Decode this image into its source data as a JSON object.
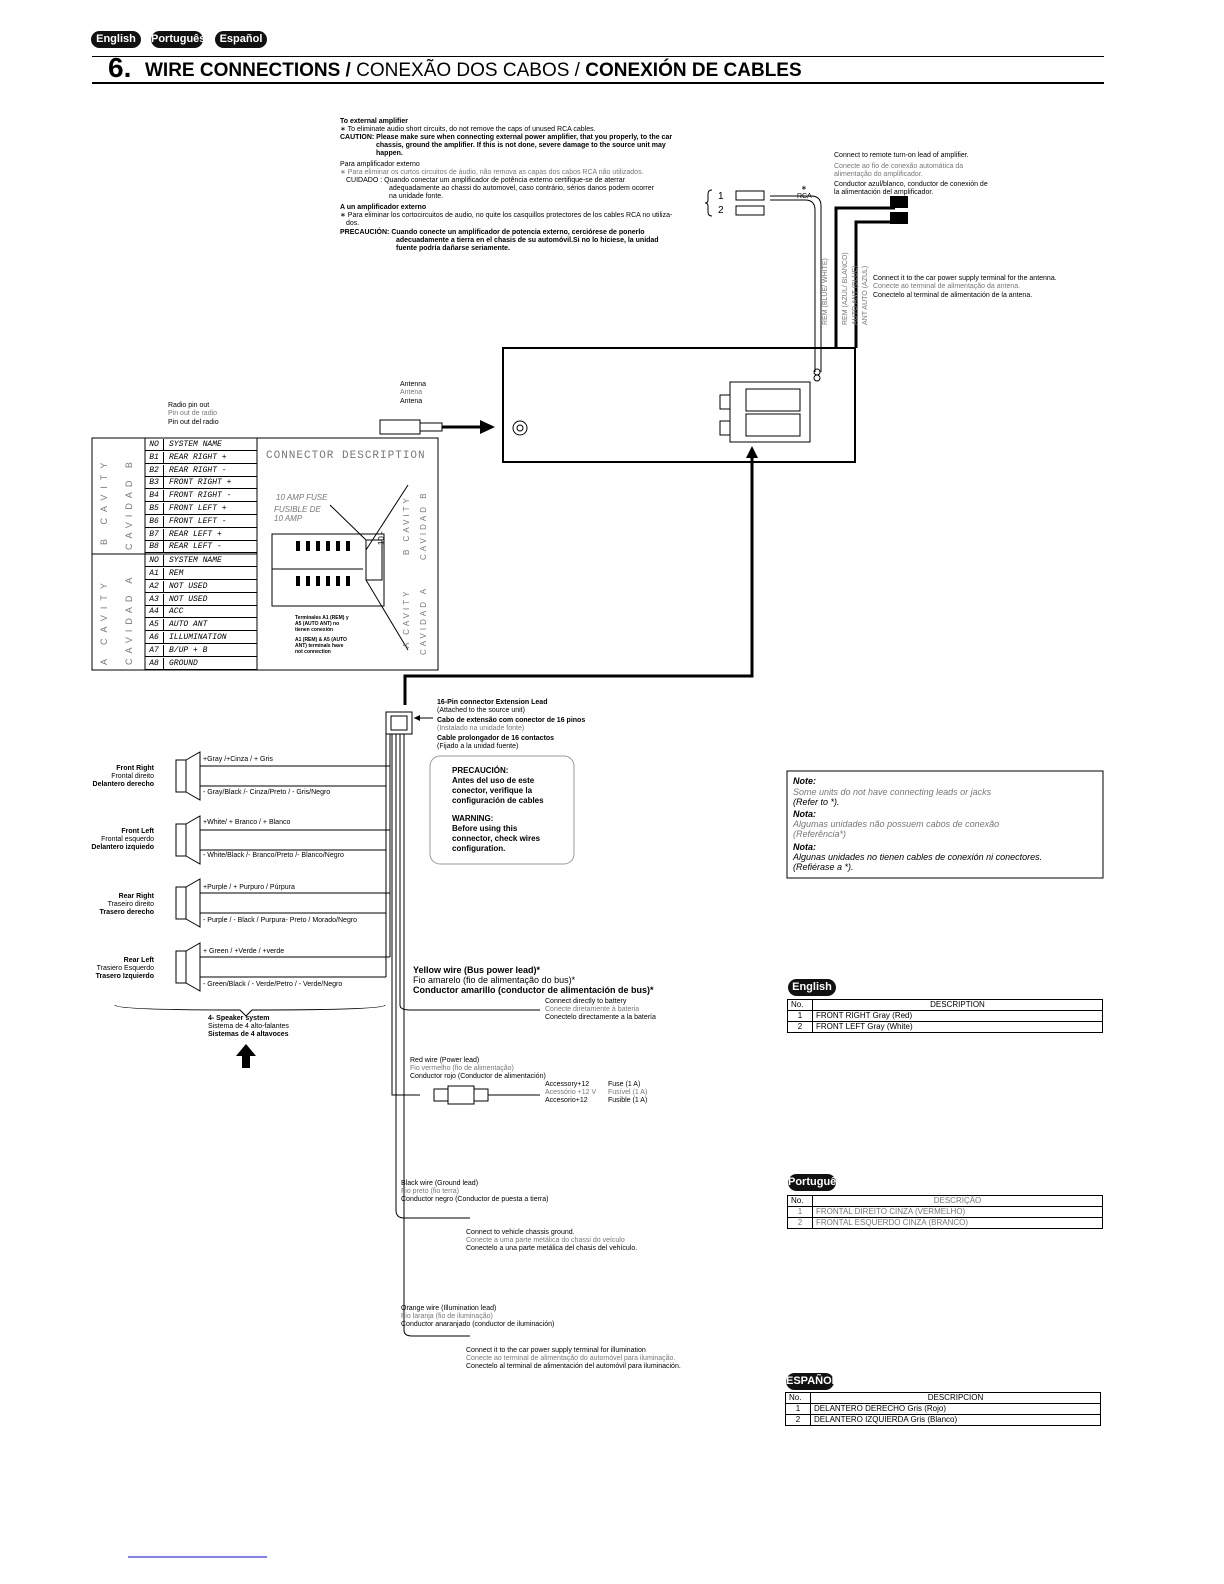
{
  "header": {
    "lang_tabs": [
      "English",
      "Português",
      "Español"
    ],
    "section_number": "6.",
    "title_en": "WIRE CONNECTIONS /",
    "title_pt": "CONEXÃO DOS CABOS /",
    "title_es": "CONEXIÓN  DE CABLES"
  },
  "amplifier": {
    "en_title": "To external amplifier",
    "en_note": "∗ To eliminate audio short circuits, do not remove the caps of unused RCA cables.",
    "en_caution": "CAUTION: Please make sure when connecting external power amplifier, that you properly, to the car",
    "en_caution2": "chassis, ground the amplifier. If this is not done, severe damage to the source unit may",
    "en_caution3": "happen.",
    "pt_title": "Para amplificador externo",
    "pt_note": "∗ Para eliminar os curtos circuitos de áudio, não remova as capas dos cabos RCA não utilizados.",
    "pt_caution": "CUIDADO :  Quando conectar um amplificador de potência externo certifique-se de aterrar",
    "pt_caution2": "adequadamente ao chassi do automovel, caso contrário, sérios danos podem ocorrer",
    "pt_caution3": "na unidade fonte.",
    "es_title": "A un amplificador externo",
    "es_note": "∗ Para eliminar los cortocircuitos de audio, no quite los casquillos protectores de los cables RCA no utiliza-",
    "es_note2": "dos.",
    "es_caution": "PRECAUCIÓN: Cuando conecte un amplificador de potencia externo, cerciórese de ponerlo",
    "es_caution2": "adecuadamente a tierra en el chasis de su automóvil.Si no lo hiciese, la unidad",
    "es_caution3": "fuente podría dañarse seriamente.",
    "rca_1": "1",
    "rca_2": "2",
    "rca_star": "∗",
    "rca_label": "RCA"
  },
  "remote": {
    "en": "Connect to remote turn-on lead of amplifier.",
    "pt": "Conecte ao fio de conexão automática da",
    "pt2": "alimentação do amplificador.",
    "es": "Conductor azul/blanco, conductor  de conexión de",
    "es2": "la alimentación del amplificador.",
    "wire1": "REM (BLUE/ WHITE)",
    "wire2": "REM (AZUL/ BLANCO)",
    "wire3": "AUTO ANT (BLUE)",
    "wire4": "ANT AUTO (AZUL)"
  },
  "antenna_power": {
    "en": "Connect it to the car power supply terminal for the antenna.",
    "pt": "Conecte ao terminal de alimentação da antena.",
    "es": "Conectelo al terminal de alimentación de la antena."
  },
  "antenna": {
    "en": "Antenna",
    "pt": "Antena",
    "es": "Antena"
  },
  "pinout": {
    "en": "Radio pin out",
    "pt": "Pin out de radio",
    "es": "Pin out del radio",
    "cavity_b_label": "B CAVITY",
    "cavidad_b_label": "CAVIDAD B",
    "cavity_a_label": "A CAVITY",
    "cavidad_a_label": "CAVIDAD A",
    "rows": [
      {
        "no": "NO",
        "name": "SYSTEM  NAME"
      },
      {
        "no": "B1",
        "name": "REAR  RIGHT  +"
      },
      {
        "no": "B2",
        "name": "REAR  RIGHT  -"
      },
      {
        "no": "B3",
        "name": "FRONT  RIGHT  +"
      },
      {
        "no": "B4",
        "name": "FRONT  RIGHT  -"
      },
      {
        "no": "B5",
        "name": "FRONT  LEFT  +"
      },
      {
        "no": "B6",
        "name": "FRONT  LEFT  -"
      },
      {
        "no": "B7",
        "name": "REAR  LEFT  +"
      },
      {
        "no": "B8",
        "name": "REAR  LEFT  -"
      },
      {
        "no": "NO",
        "name": "SYSTEM  NAME"
      },
      {
        "no": "A1",
        "name": "REM"
      },
      {
        "no": "A2",
        "name": "NOT  USED"
      },
      {
        "no": "A3",
        "name": "NOT  USED"
      },
      {
        "no": "A4",
        "name": "ACC"
      },
      {
        "no": "A5",
        "name": "AUTO  ANT"
      },
      {
        "no": "A6",
        "name": "ILLUMINATION"
      },
      {
        "no": "A7",
        "name": "B/UP  +  B"
      },
      {
        "no": "A8",
        "name": "GROUND"
      }
    ],
    "connector_title": "CONNECTOR   DESCRIPTION",
    "fuse": "10 AMP FUSE",
    "fuse_es": "FUSIBLE DE",
    "fuse_es2": "10 AMP",
    "fuse_mark": "- 10 -",
    "note_es": "Terminales A1 (REM) y",
    "note_es2": "A5 (AUTO ANT) no",
    "note_es3": "tienen conexión",
    "note_en": "A1 (REM) & A5 (AUTO",
    "note_en2": "ANT) terminals have",
    "note_en3": "not connection",
    "conn_b_cavity": "B CAVITY",
    "conn_cavidad_b": "CAVIDAD B",
    "conn_a_cavity": "A CAVITY",
    "conn_cavidad_a": "CAVIDAD A"
  },
  "extension": {
    "en": "16-Pin connector Extension Lead",
    "en2": "(Attached to the source unit)",
    "pt": "Cabo de extensão com conector de 16 pinos",
    "pt2": "(Instalado na unidade fonte)",
    "es": "Cable prolongador de 16 contactos",
    "es2": "(Fijado a la unidad fuente)"
  },
  "warning_box": {
    "es_title": "PRECAUCIÓN:",
    "es_l1": "Antes del uso de este",
    "es_l2": "conector, verifique la",
    "es_l3": "configuración de cables",
    "en_title": "WARNING:",
    "en_l1": "Before using this",
    "en_l2": "connector, check wires",
    "en_l3": "configuration."
  },
  "speakers": [
    {
      "en": "Front Right",
      "pt": "Frontal direito",
      "es": "Delantero derecho",
      "plus": "+Gray /+Cinza /  + Gris",
      "minus": "-  Gray/Black /- Cinza/Preto / - Gris/Negro"
    },
    {
      "en": "Front Left",
      "pt": "Frontal esquerdo",
      "es": "Delantero izquiedo",
      "plus": "+White/ + Branco / + Blanco",
      "minus": "-   White/Black  /- Branco/Preto  /- Blanco/Negro"
    },
    {
      "en": "Rear Right",
      "pt": "Traseiro direito",
      "es": "Trasero derecho",
      "plus": "+Purple /   + Purpuro  / Púrpura",
      "minus": "-  Purple / - Black /  Purpura- Preto /  Morado/Negro"
    },
    {
      "en": "Rear Left",
      "pt": "Trasiero Esquerdo",
      "es": "Trasero Izquierdo",
      "plus": "+ Green / +Verde  / +verde",
      "minus": "-  Green/Black / - Verde/Petro / - Verde/Negro"
    }
  ],
  "speaker_system": {
    "en": "4- Speaker system",
    "pt": "Sistema de 4 alto-falantes",
    "es": "Sistemas de 4 altavoces"
  },
  "yellow": {
    "en": "Yellow wire (Bus power lead)*",
    "pt": "Fio amarelo (fio de alimentação do bus)*",
    "es": "Conductor amarillo (conductor de alimentación de bus)*",
    "c_en": "Connect directly to battery",
    "c_pt": "Conecte diretamente à bateria",
    "c_es": "Conectelo directamente a la batería"
  },
  "red": {
    "en": "Red wire (Power lead)",
    "pt": "Fio vermelho (fio de alimentação)",
    "es": "Conductor rojo (Conductor de alimentación)",
    "acc_en": "Accessory+12",
    "acc_pt": "Acessório +12 V",
    "acc_es": "Accesorio+12",
    "fuse_en": "Fuse (1 A)",
    "fuse_pt": "Fusível (1 A)",
    "fuse_es": "Fusible  (1 A)"
  },
  "black": {
    "en": "Black wire (Ground lead)",
    "pt": "Fio preto (fio terra)",
    "es": "Conductor negro (Conductor de puesta a tierra)",
    "c_en": "Connect to vehicle chassis ground.",
    "c_pt": "Conecte a uma parte metálica do chassi do  veículo",
    "c_es": "Conectelo a una parte metálica del chasis del vehículo."
  },
  "orange": {
    "en": "Orange wire (Illumination lead)",
    "pt": "Fio laranja (fio de iluminação)",
    "es": "Conductor anaranjado (conductor de iluminación)",
    "c_en": "Connect it to the car power supply terminal for illumination",
    "c_pt": "Conecte ao terminal de alimentação do automóvel para iluminação.",
    "c_es": "Conectelo al terminal de alimentación  del automóvil para iluminación."
  },
  "note": {
    "en_title": "Note:",
    "en": "Some units do not have connecting leads or jacks",
    "en2": "(Refer to *).",
    "pt_title": "Nota:",
    "pt": "Algumas unidades não possuem cabos de conexão",
    "pt2": "(Referência*)",
    "es_title": "Nota:",
    "es": "Algunas unidades no tienen cables de conexión ni conectores.",
    "es2": "(Refiérase a *)."
  },
  "table_en": {
    "tag": "English",
    "head_no": "No.",
    "head_desc": "DESCRIPTION",
    "rows": [
      {
        "no": "1",
        "desc": "FRONT RIGHT Gray (Red)"
      },
      {
        "no": "2",
        "desc": "FRONT LEFT  Gray (White)"
      }
    ]
  },
  "table_pt": {
    "tag": "Português",
    "head_no": "No.",
    "head_desc": "DESCRIÇÃO",
    "rows": [
      {
        "no": "1",
        "desc": "FRONTAL DIREITO  CINZA (VERMELHO)"
      },
      {
        "no": "2",
        "desc": "FRONTAL ESQUERDO  CINZA (BRANCO)"
      }
    ]
  },
  "table_es": {
    "tag": "ESPAÑOL",
    "head_no": "No.",
    "head_desc": "DESCRIPCION",
    "rows": [
      {
        "no": "1",
        "desc": "DELANTERO DERECHO Gris (Rojo)"
      },
      {
        "no": "2",
        "desc": "DELANTERO IZQUIERDA Gris (Blanco)"
      }
    ]
  }
}
